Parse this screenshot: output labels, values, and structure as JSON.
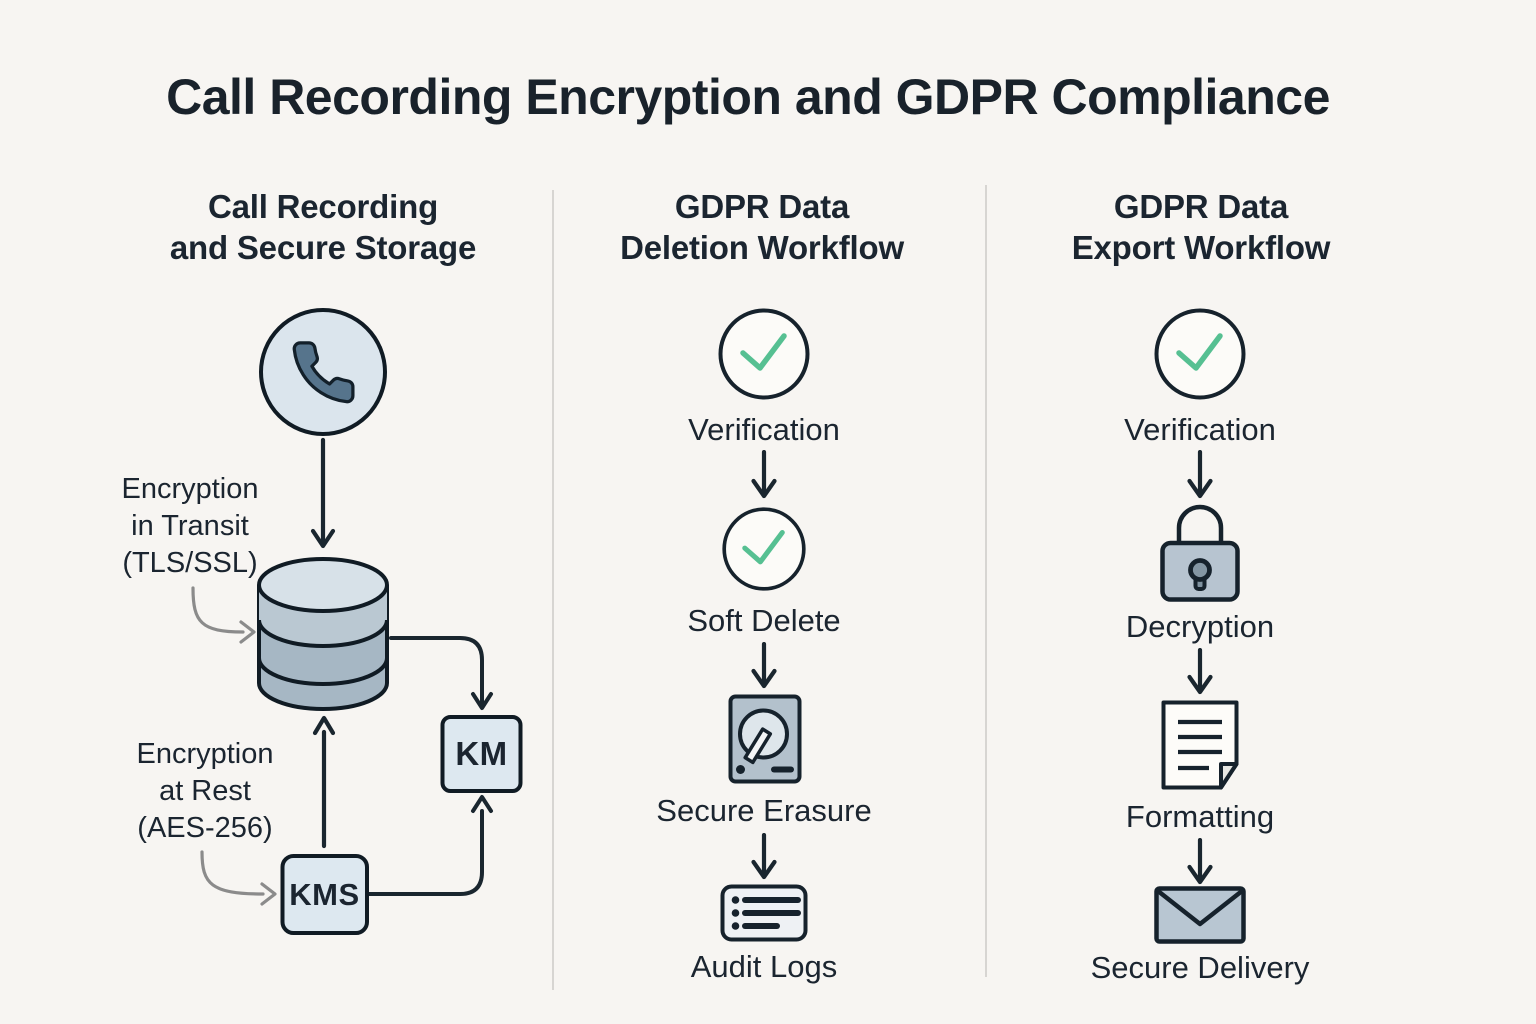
{
  "title": "Call Recording Encryption and GDPR Compliance",
  "columns": {
    "left": {
      "heading": [
        "Call Recording",
        "and Secure Storage"
      ],
      "annotations": {
        "in_transit": [
          "Encryption",
          "in Transit",
          "(TLS/SSL)"
        ],
        "at_rest": [
          "Encryption",
          "at Rest",
          "(AES-256)"
        ]
      },
      "nodes": {
        "km": "KM",
        "kms": "KMS"
      }
    },
    "middle": {
      "heading": [
        "GDPR Data",
        "Deletion Workflow"
      ],
      "steps": [
        {
          "icon": "check-circle",
          "label": "Verification"
        },
        {
          "icon": "check-circle",
          "label": "Soft Delete"
        },
        {
          "icon": "hard-drive",
          "label": "Secure Erasure"
        },
        {
          "icon": "audit-list",
          "label": "Audit Logs"
        }
      ]
    },
    "right": {
      "heading": [
        "GDPR Data",
        "Export Workflow"
      ],
      "steps": [
        {
          "icon": "check-circle",
          "label": "Verification"
        },
        {
          "icon": "padlock",
          "label": "Decryption"
        },
        {
          "icon": "document",
          "label": "Formatting"
        },
        {
          "icon": "envelope",
          "label": "Secure Delivery"
        }
      ]
    }
  },
  "colors": {
    "background": "#f7f5f2",
    "ink": "#18242e",
    "light_blue_fill": "#dde8f0",
    "cylinder_body": "#a6b7c4",
    "cylinder_top": "#d7e1e8",
    "medium_slate_fill": "#b3c1cc",
    "accent_green": "#56c092",
    "phone_glyph": "#56748c",
    "gray_arrow": "#8b8b8b",
    "divider": "#d7d5d2"
  }
}
